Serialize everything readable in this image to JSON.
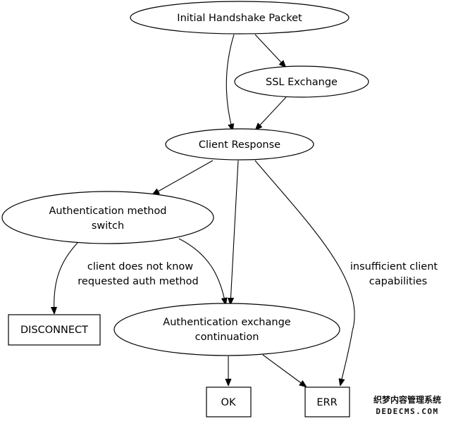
{
  "diagram": {
    "type": "flowchart",
    "nodes": [
      {
        "id": "initial",
        "shape": "ellipse",
        "lines": [
          "Initial Handshake Packet"
        ]
      },
      {
        "id": "ssl",
        "shape": "ellipse",
        "lines": [
          "SSL Exchange"
        ]
      },
      {
        "id": "client",
        "shape": "ellipse",
        "lines": [
          "Client Response"
        ]
      },
      {
        "id": "authswitch",
        "shape": "ellipse",
        "lines": [
          "Authentication method",
          "switch"
        ]
      },
      {
        "id": "authcont",
        "shape": "ellipse",
        "lines": [
          "Authentication exchange",
          "continuation"
        ]
      },
      {
        "id": "disconnect",
        "shape": "box",
        "lines": [
          "DISCONNECT"
        ]
      },
      {
        "id": "ok",
        "shape": "box",
        "lines": [
          "OK"
        ]
      },
      {
        "id": "err",
        "shape": "box",
        "lines": [
          "ERR"
        ]
      }
    ],
    "edges": [
      {
        "from": "initial",
        "to": "ssl",
        "label": []
      },
      {
        "from": "initial",
        "to": "client",
        "label": []
      },
      {
        "from": "ssl",
        "to": "client",
        "label": []
      },
      {
        "from": "client",
        "to": "authswitch",
        "label": []
      },
      {
        "from": "client",
        "to": "authcont",
        "label": []
      },
      {
        "from": "client",
        "to": "err",
        "label": [
          "insufficient client",
          "capabilities"
        ]
      },
      {
        "from": "authswitch",
        "to": "disconnect",
        "label": [
          "client does not know",
          "requested auth method"
        ]
      },
      {
        "from": "authswitch",
        "to": "authcont",
        "label": []
      },
      {
        "from": "authcont",
        "to": "ok",
        "label": []
      },
      {
        "from": "authcont",
        "to": "err",
        "label": []
      }
    ]
  },
  "watermark": {
    "line1": "织梦内容管理系统",
    "line2": "DEDECMS.COM"
  }
}
